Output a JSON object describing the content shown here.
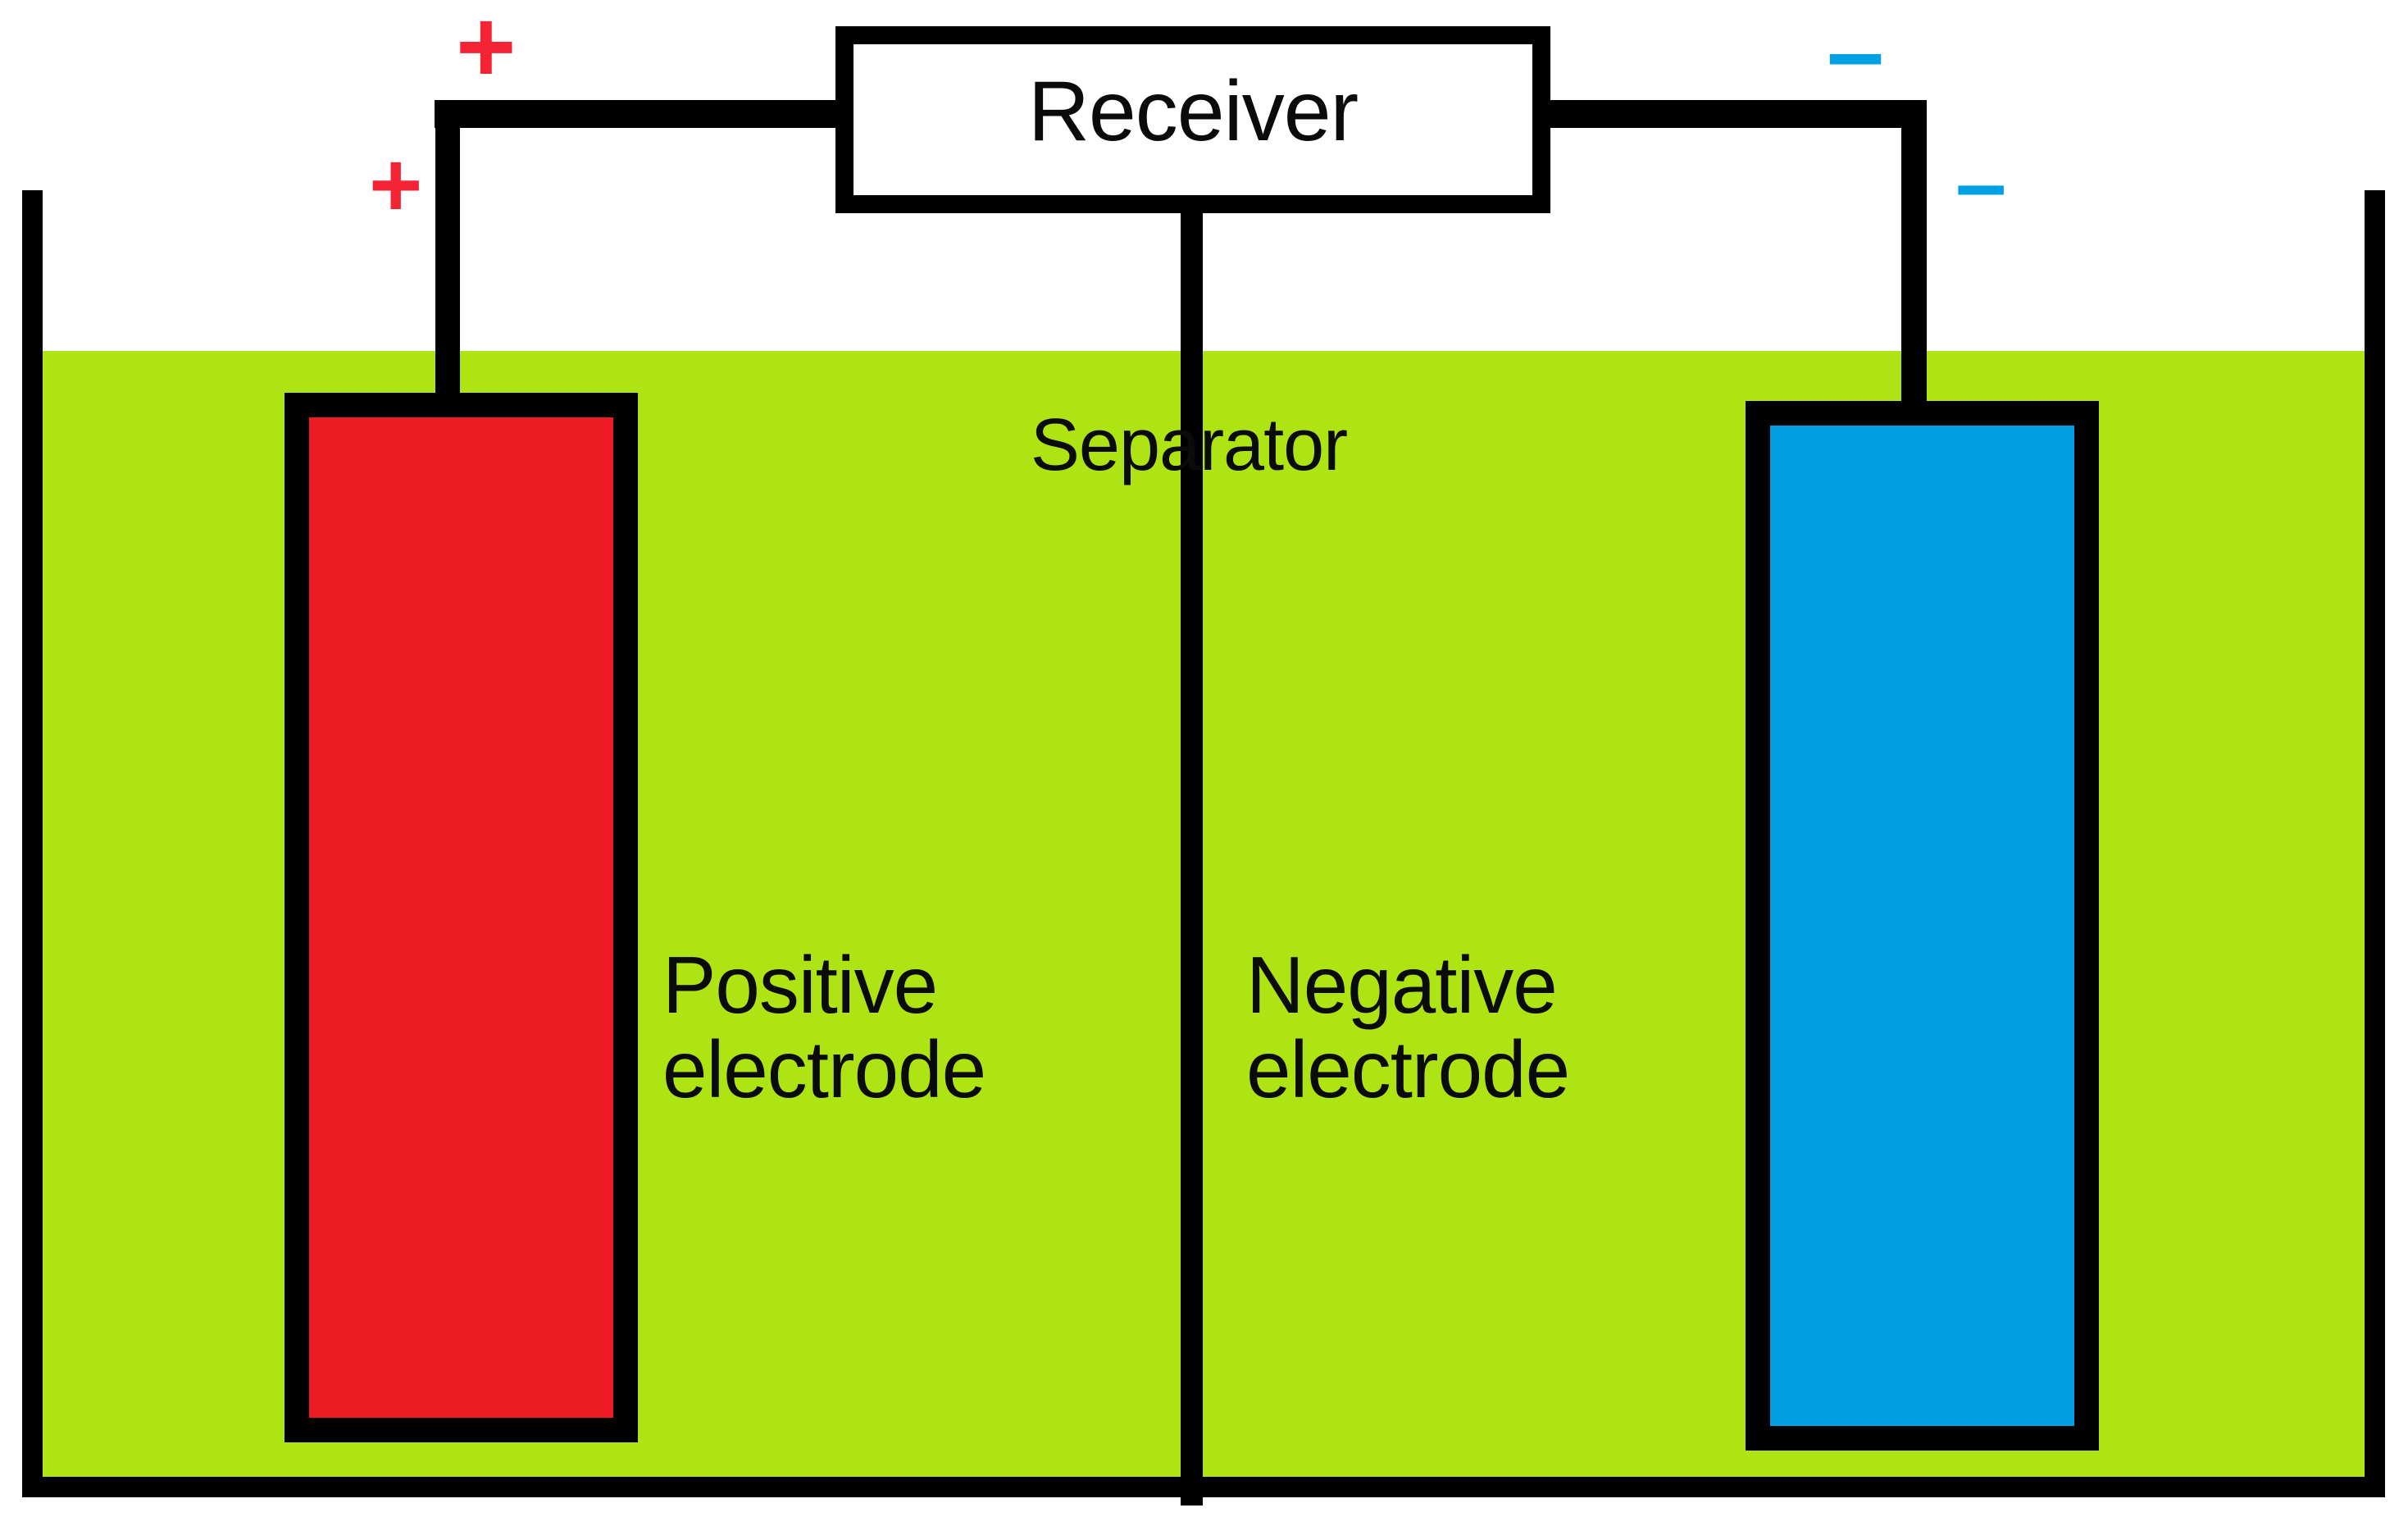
{
  "diagram": {
    "title": "Electrochemical cell with external receiver",
    "receiver": {
      "label": "Receiver"
    },
    "separator": {
      "label": "Separator"
    },
    "electrodes": [
      {
        "id": "positive",
        "label": "Positive\nelectrode",
        "color": "#ed1c24",
        "polarity_sign": "+"
      },
      {
        "id": "negative",
        "label": "Negative\nelectrode",
        "color": "#00a0e3",
        "polarity_sign": "–"
      }
    ],
    "terminals": {
      "positive_top": "+",
      "positive_lower": "+",
      "negative_top": "–",
      "negative_lower": "–"
    },
    "colors": {
      "electrolyte": "#aee414",
      "positive_electrode": "#ed1c24",
      "negative_electrode": "#00a0e3",
      "plus_sign": "#f42434",
      "minus_sign": "#00a0e3",
      "outline": "#000000",
      "background": "#ffffff"
    }
  }
}
